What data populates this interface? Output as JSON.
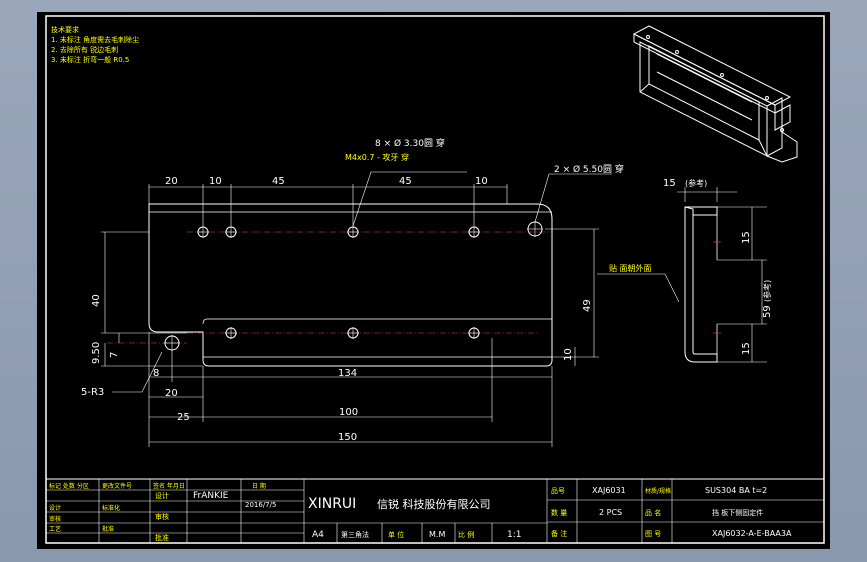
{
  "notes": {
    "header": "技术要求",
    "lines": [
      "1. 未标注 角度需去毛刺除尘",
      "2. 去除所有 锐边毛刺",
      "3. 未标注 折弯一般 R0.5"
    ]
  },
  "holes": {
    "callout_8": "8 × Ø  3.30圆 穿",
    "callout_m4": "M4x0.7 - 攻牙 穿",
    "callout_2": "2 × Ø  5.50圆 穿"
  },
  "dims": {
    "top": [
      "20",
      "10",
      "45",
      "45",
      "10"
    ],
    "left_40": "40",
    "left_9_50": "9.50",
    "left_7": "7",
    "right_49": "49",
    "right_10": "10",
    "b8": "8",
    "b134": "134",
    "b20": "20",
    "b25": "25",
    "b100": "100",
    "b150": "150",
    "r3": "5-R3"
  },
  "side": {
    "top_dim": "15",
    "top_ref": "(参考)",
    "d15a": "15",
    "d59": "59",
    "d59_ref": "(参考)",
    "d15b": "15",
    "surface_note": "贴 面朝外面"
  },
  "title_block": {
    "left_rows": [
      [
        "标记 处数 分区",
        "更改文件号",
        "签名 年月日"
      ],
      [
        "设计",
        "标准化",
        ""
      ],
      [
        "审核",
        "",
        ""
      ],
      [
        "工艺",
        "批准",
        ""
      ]
    ],
    "col_designer": "设计",
    "col_review": "审核",
    "col_approve": "批准",
    "designer": "FrANKIE",
    "date_label": "日 期",
    "date": "2016/7/5",
    "company_latin": "XINRUI",
    "company_cn": "信锐 科技股份有限公司",
    "size": "A4",
    "view": "第三角法",
    "unit_label": "单 位",
    "unit": "M.M",
    "scale_label": "比 例",
    "scale": "1:1",
    "part_no_label": "品号",
    "part_no": "XAJ6031",
    "material_label": "材质/规格",
    "material": "SUS304   BA  t=2",
    "qty_label": "数 量",
    "qty": "2  PCS",
    "name": "挡 板下侧固定件",
    "remark_label": "备 注",
    "dwg_label": "图 号",
    "dwg_no": "XAJ6032-A-E-BAA3A"
  }
}
